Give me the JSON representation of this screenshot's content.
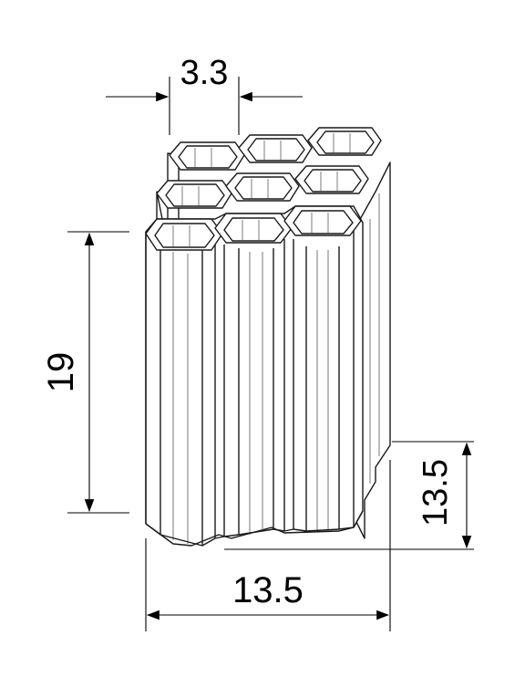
{
  "drawing": {
    "dimensions": {
      "top_width": "3.3",
      "height": "19",
      "depth": "13.5",
      "width": "13.5"
    },
    "colors": {
      "line": "#1a1a1a",
      "face": "#ffffff",
      "background": "#ffffff"
    }
  }
}
